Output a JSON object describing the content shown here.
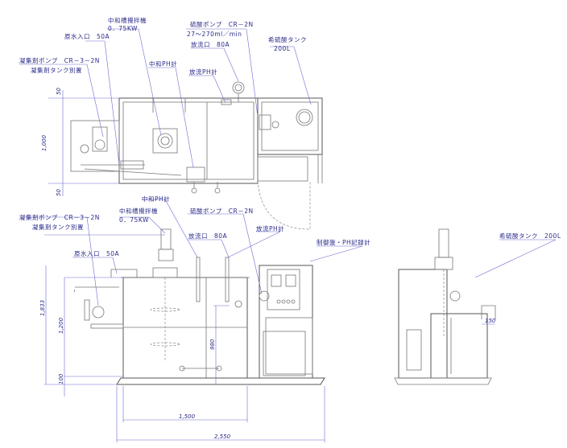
{
  "plan_view": {
    "labels": {
      "mixer": "中和槽攪拌機",
      "mixer_power": "0．75KW",
      "raw_inlet": "原水入口　50A",
      "coag_pump": "凝集剤ポンプ　CR－3－2N",
      "coag_tank": "凝集剤タンク別置",
      "neutral_ph": "中和PH計",
      "acid_pump": "硫酸ポンプ　CR－2N",
      "acid_pump_rate": "27～270ml／min",
      "discharge": "放流口　80A",
      "discharge_ph": "放流PH計",
      "acid_tank": "希硫酸タンク",
      "acid_tank_cap": "200L"
    },
    "dims": {
      "top": "50",
      "mid": "1,000",
      "bottom": "50"
    }
  },
  "front_view": {
    "labels": {
      "neutral_ph": "中和PH計",
      "mixer": "中和槽攪拌機",
      "mixer_power": "0．75KW",
      "coag_pump": "凝集剤ポンプ　CR－3－2N",
      "coag_tank": "凝集剤タンク別置",
      "acid_pump": "硫酸ポンプ　CR－2N",
      "discharge": "放流口　80A",
      "discharge_ph": "放流PH計",
      "raw_inlet": "原水入口　50A",
      "control_panel": "制御盤・PH記録計"
    },
    "dims": {
      "total_height": "1,833",
      "tank_height": "1,200",
      "base": "100",
      "outlet_height": "980",
      "tank_width": "1,500",
      "total_width": "2,550"
    }
  },
  "side_view": {
    "labels": {
      "acid_tank": "希硫酸タンク　200L"
    },
    "dims": {
      "pipe": "150"
    }
  }
}
